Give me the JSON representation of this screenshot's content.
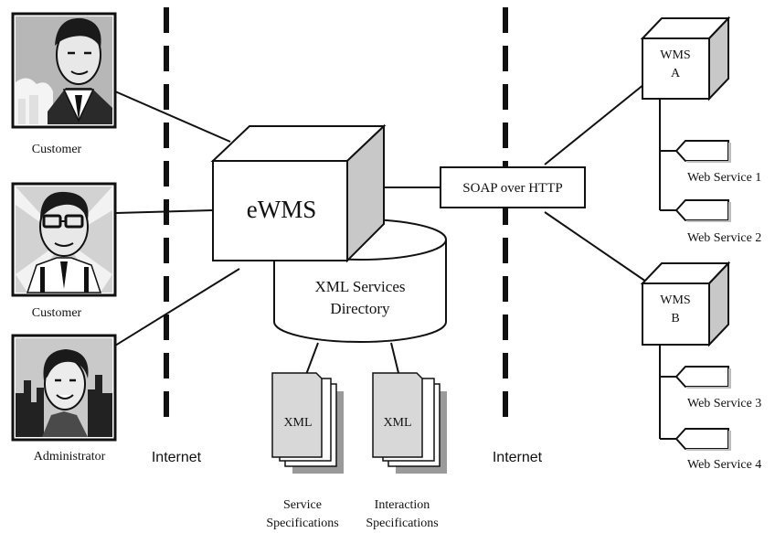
{
  "diagram": {
    "central_node": "eWMS",
    "directory": {
      "line1": "XML Services",
      "line2": "Directory"
    },
    "soap_box": "SOAP over HTTP",
    "internet_left": "Internet",
    "internet_right": "Internet",
    "actors": [
      {
        "label": "Customer",
        "icon": "businessman-portrait-icon"
      },
      {
        "label": "Customer",
        "icon": "man-with-glasses-portrait-icon"
      },
      {
        "label": "Administrator",
        "icon": "woman-portrait-icon"
      }
    ],
    "documents": [
      {
        "tag": "XML",
        "line1": "Service",
        "line2": "Specifications"
      },
      {
        "tag": "XML",
        "line1": "Interaction",
        "line2": "Specifications"
      }
    ],
    "wms_nodes": [
      {
        "line1": "WMS",
        "line2": "A",
        "services": [
          "Web Service 1",
          "Web Service 2"
        ]
      },
      {
        "line1": "WMS",
        "line2": "B",
        "services": [
          "Web Service 3",
          "Web Service 4"
        ]
      }
    ]
  }
}
